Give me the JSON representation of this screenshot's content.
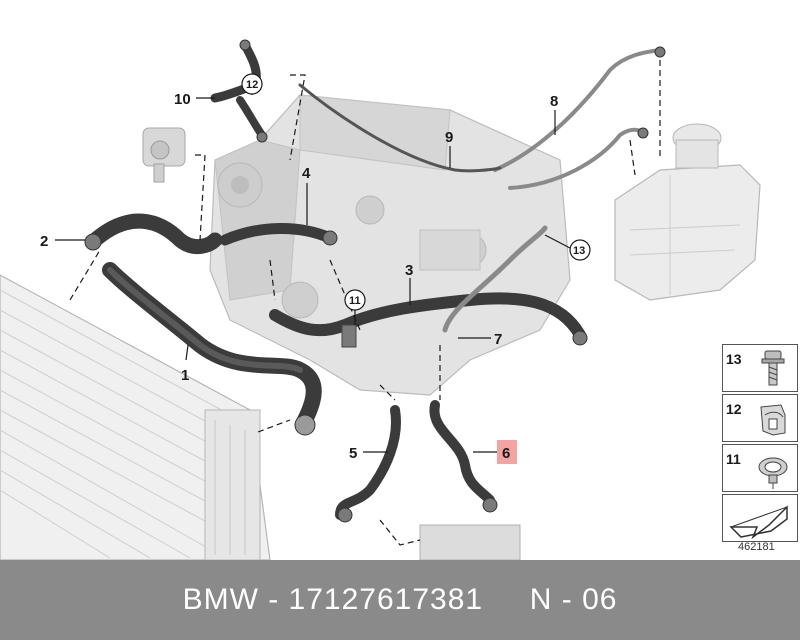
{
  "callouts": {
    "c1": "1",
    "c2": "2",
    "c3": "3",
    "c4": "4",
    "c5": "5",
    "c6": "6",
    "c7": "7",
    "c8": "8",
    "c9": "9",
    "c10": "10",
    "c11": "11",
    "c12": "12",
    "c13": "13"
  },
  "legend": [
    {
      "number": "13",
      "icon": "bolt-icon"
    },
    {
      "number": "12",
      "icon": "clip-icon"
    },
    {
      "number": "11",
      "icon": "hose-clamp-icon"
    },
    {
      "number": "",
      "icon": "arrow-icon"
    }
  ],
  "diagram_id": "462181",
  "caption": "BMW - 17127617381     N - 06",
  "colors": {
    "hose": "#3b3b3b",
    "engine": "#d9d9d9",
    "highlight": "#f4a3a3",
    "caption_bg": "#8a8a8a"
  }
}
